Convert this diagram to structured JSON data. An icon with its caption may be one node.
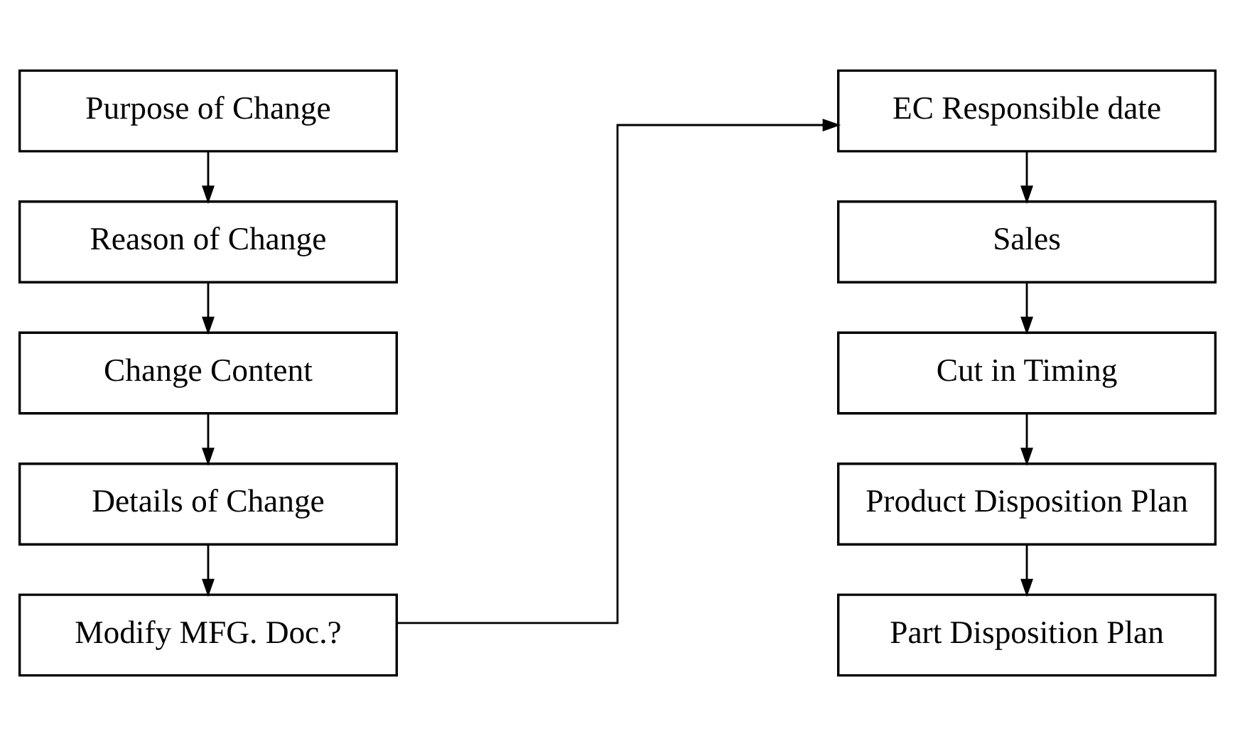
{
  "diagram": {
    "nodes": [
      {
        "text": [
          "Purpose of Change"
        ]
      },
      {
        "text": [
          "Reason of Change"
        ]
      },
      {
        "text": [
          "Change Content"
        ]
      },
      {
        "text": [
          "Details of Change"
        ]
      },
      {
        "text": [
          "Modify MFG. Doc.?"
        ]
      },
      {
        "text": [
          "EC Responsible date"
        ]
      },
      {
        "text": [
          "Sales"
        ]
      },
      {
        "text": [
          "Cut in Timing"
        ]
      },
      {
        "text": [
          "Product Disposition Plan"
        ]
      },
      {
        "text": [
          "Part Disposition Plan"
        ]
      }
    ],
    "edges": [
      {
        "from": 0,
        "to": 1,
        "arrow": "to"
      },
      {
        "from": 1,
        "to": 2,
        "arrow": "to"
      },
      {
        "from": 2,
        "to": 3,
        "arrow": "to"
      },
      {
        "from": 3,
        "to": 4,
        "arrow": "to"
      },
      {
        "from": 4,
        "to": 5,
        "arrow": "to"
      },
      {
        "from": 5,
        "to": 6,
        "arrow": "to"
      },
      {
        "from": 6,
        "to": 7,
        "arrow": "to"
      },
      {
        "from": 7,
        "to": 8,
        "arrow": "to"
      },
      {
        "from": 8,
        "to": 9,
        "arrow": "to"
      }
    ]
  }
}
